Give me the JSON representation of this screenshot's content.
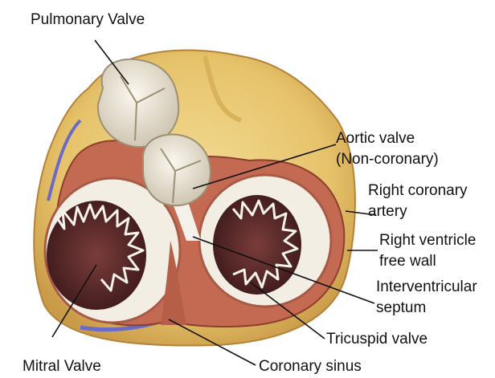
{
  "labels": {
    "pulmonary_valve": "Pulmonary Valve",
    "aortic_valve_1": "Aortic valve",
    "aortic_valve_2": "(Non-coronary)",
    "right_coronary_1": "Right coronary",
    "right_coronary_2": "artery",
    "rv_free_wall_1": "Right ventricle",
    "rv_free_wall_2": "free wall",
    "iv_septum_1": "Interventricular",
    "iv_septum_2": "septum",
    "tricuspid_valve": "Tricuspid valve",
    "mitral_valve": "Mitral Valve",
    "coronary_sinus": "Coronary sinus"
  },
  "colors": {
    "outer_fat": "#e6c36a",
    "myocardium": "#c46a52",
    "valve_white": "#eeeae0",
    "orifice_dark": "#5a2a2a",
    "vessel_blue": "#6a6ac8"
  }
}
